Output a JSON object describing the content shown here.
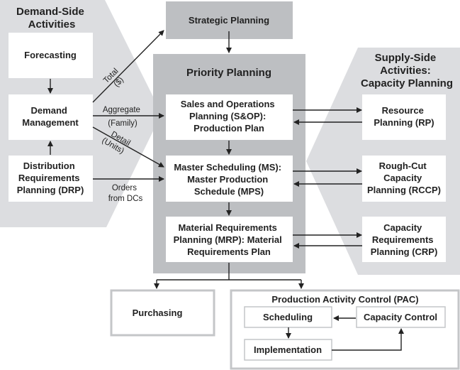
{
  "colors": {
    "light_panel": "#dcdde0",
    "dark_panel": "#bdbfc2",
    "box": "#ffffff",
    "line": "#222222"
  },
  "demand_side": {
    "title": [
      "Demand-Side",
      "Activities"
    ],
    "forecasting": [
      "Forecasting"
    ],
    "demand_management": [
      "Demand",
      "Management"
    ],
    "drp": [
      "Distribution",
      "Requirements",
      "Planning (DRP)"
    ]
  },
  "strategic_planning": [
    "Strategic Planning"
  ],
  "priority_planning": {
    "title": [
      "Priority Planning"
    ],
    "sop": [
      "Sales and Operations",
      "Planning (S&OP):",
      "Production Plan"
    ],
    "ms": [
      "Master Scheduling (MS):",
      "Master Production",
      "Schedule (MPS)"
    ],
    "mrp": [
      "Material Requirements",
      "Planning (MRP): Material",
      "Requirements Plan"
    ]
  },
  "supply_side": {
    "title": [
      "Supply-Side",
      "Activities:",
      "Capacity Planning"
    ],
    "rp": [
      "Resource",
      "Planning (RP)"
    ],
    "rccp": [
      "Rough-Cut",
      "Capacity",
      "Planning (RCCP)"
    ],
    "crp": [
      "Capacity",
      "Requirements",
      "Planning (CRP)"
    ]
  },
  "edge_labels": {
    "total": [
      "Total",
      "($)"
    ],
    "aggregate": [
      "Aggregate",
      "(Family)"
    ],
    "detail": [
      "Detail",
      "(Units)"
    ],
    "orders": [
      "Orders",
      "from DCs"
    ]
  },
  "purchasing": [
    "Purchasing"
  ],
  "pac": {
    "title": [
      "Production Activity Control (PAC)"
    ],
    "scheduling": [
      "Scheduling"
    ],
    "capacity_control": [
      "Capacity Control"
    ],
    "implementation": [
      "Implementation"
    ]
  }
}
